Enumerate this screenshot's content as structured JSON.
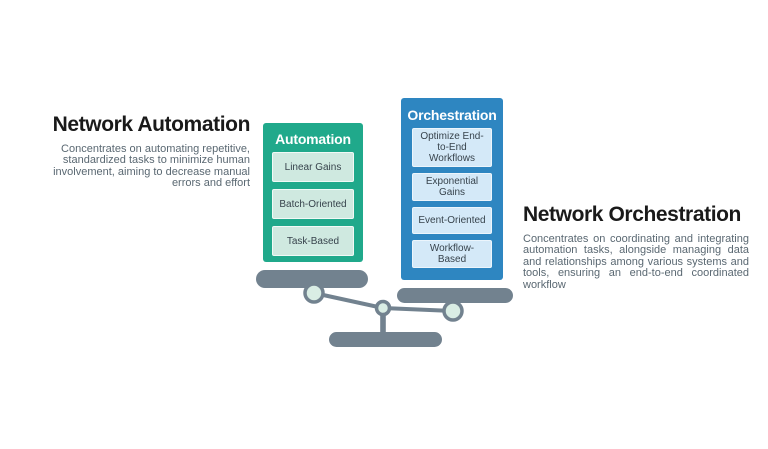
{
  "left_panel": {
    "title": "Network Automation",
    "description": "Concentrates on automating repetitive, standardized tasks to minimize human involvement, aiming to decrease manual errors and effort"
  },
  "right_panel": {
    "title": "Network Orchestration",
    "description": "Concentrates on coordinating and integrating automation tasks, alongside managing data and relationships among various systems and tools, ensuring an end-to-end coordinated workflow"
  },
  "automation_column": {
    "header": "Automation",
    "items": [
      "Linear Gains",
      "Batch-Oriented",
      "Task-Based"
    ]
  },
  "orchestration_column": {
    "header": "Orchestration",
    "items": [
      "Optimize End-to-End Workflows",
      "Exponential Gains",
      "Event-Oriented",
      "Workflow-Based"
    ]
  },
  "colors": {
    "automation_green": "#20A98B",
    "automation_item_bg": "#CFE9E0",
    "orchestration_blue": "#2E86C1",
    "orchestration_item_bg": "#D4E9F8",
    "scale_gray": "#72828F",
    "scale_joint_fill": "#D9EDE4",
    "heading_text": "#1A1A1A",
    "body_text": "#5A6872",
    "background": "#FFFFFF"
  }
}
